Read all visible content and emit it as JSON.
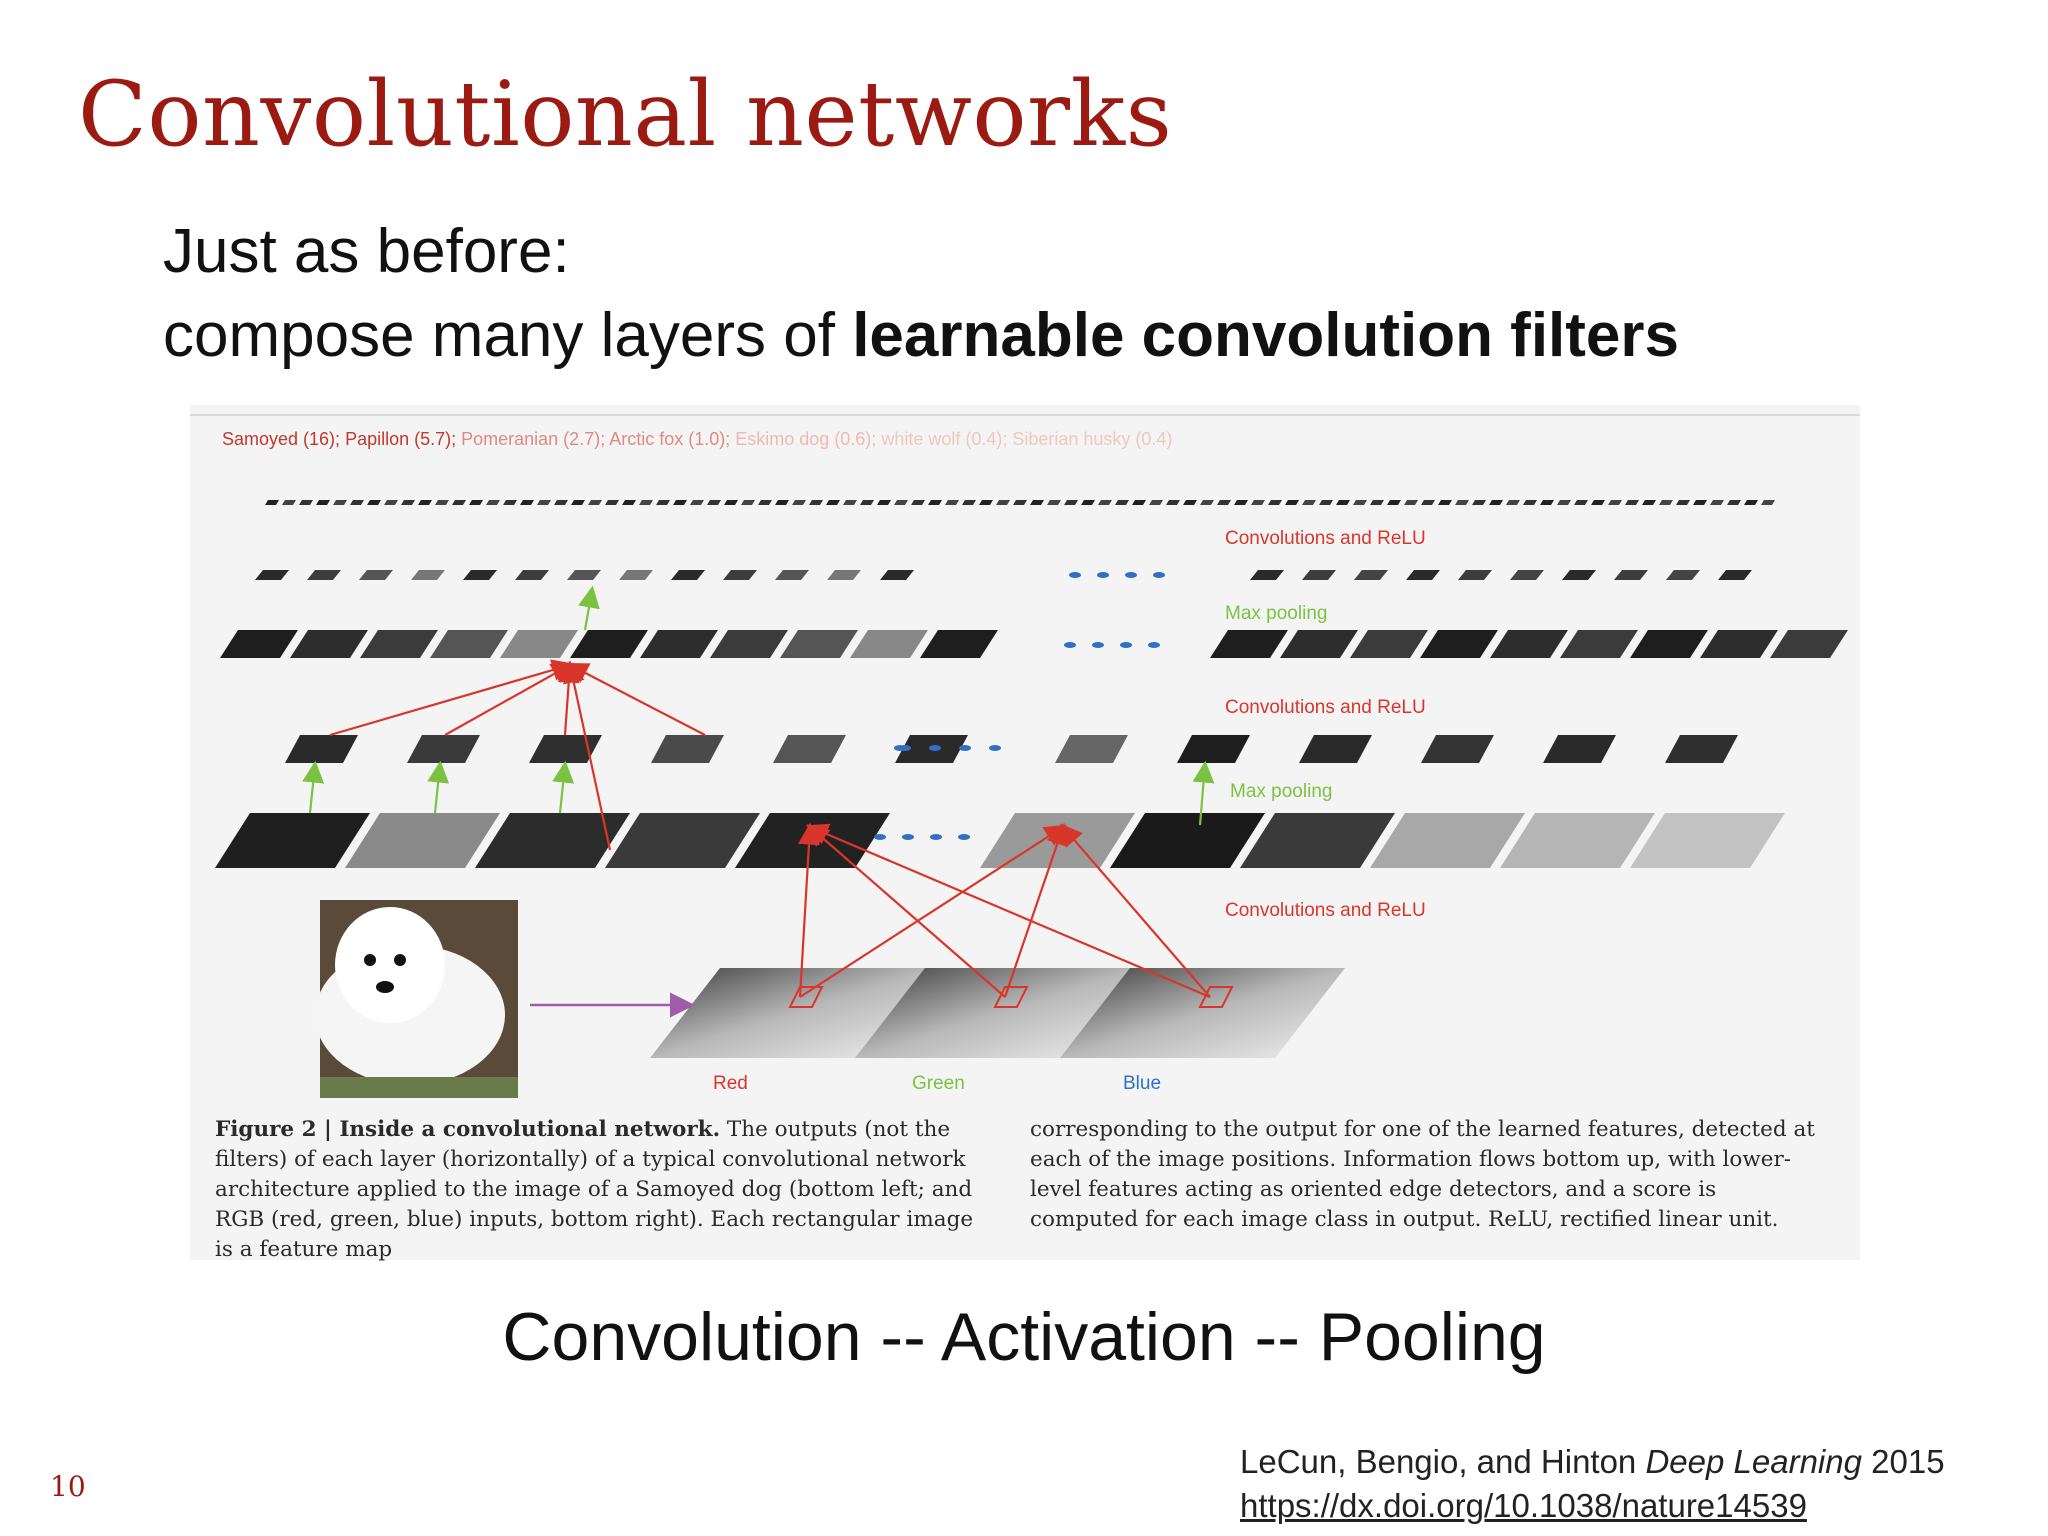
{
  "slide": {
    "title": "Convolutional networks",
    "intro_line1": "Just as before:",
    "intro_line2_plain": "compose many layers of ",
    "intro_line2_bold": "learnable convolution filters",
    "tagline": "Convolution -- Activation -- Pooling",
    "page_number": "10"
  },
  "citation": {
    "authors": "LeCun, Bengio, and Hinton ",
    "work": "Deep Learning",
    "year": " 2015",
    "url": "https://dx.doi.org/10.1038/nature14539"
  },
  "figure": {
    "class_scores": [
      {
        "text": "Samoyed (16);",
        "color": "#c0392b"
      },
      {
        "text": "Papillon (5.7);",
        "color": "#c0392b"
      },
      {
        "text": "Pomeranian (2.7);",
        "color": "#e08a82"
      },
      {
        "text": "Arctic fox (1.0);",
        "color": "#e08a82"
      },
      {
        "text": "Eskimo dog (0.6);",
        "color": "#f0b8b2"
      },
      {
        "text": "white wolf (0.4);",
        "color": "#f0c6c1"
      },
      {
        "text": "Siberian husky (0.4)",
        "color": "#f0c6c1"
      }
    ],
    "layer_labels": {
      "conv1": "Convolutions and ReLU",
      "pool1": "Max pooling",
      "conv2": "Convolutions and ReLU",
      "pool2": "Max pooling",
      "conv3": "Convolutions and ReLU"
    },
    "channels": {
      "red": "Red",
      "green": "Green",
      "blue": "Blue"
    },
    "caption_left_bold": "Figure 2 | Inside a convolutional network.",
    "caption_left": " The outputs (not the filters) of each layer (horizontally) of a typical convolutional network architecture applied to the image of a Samoyed dog (bottom left; and RGB (red, green, blue) inputs, bottom right). Each rectangular image is a feature map",
    "caption_right": "corresponding to the output for one of the learned features, detected at each of the image positions. Information flows bottom up, with lower-level features acting as oriented edge detectors, and a score is computed for each image class in output. ReLU, rectified linear unit."
  },
  "colors": {
    "title": "#9b1b12",
    "arrow_red": "#d9362b",
    "arrow_green": "#7cc242",
    "dots_blue": "#2f6fc4",
    "arrow_purple": "#a05ca8"
  }
}
